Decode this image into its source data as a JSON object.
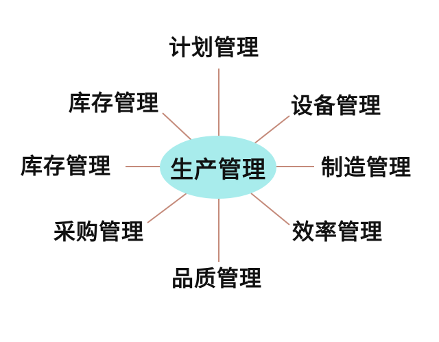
{
  "diagram": {
    "center": {
      "label": "生产管理",
      "fill": "#a8ecec"
    },
    "connector_color": "#c48a7a",
    "nodes": [
      {
        "id": "top",
        "label": "计划管理"
      },
      {
        "id": "upper-left",
        "label": "库存管理"
      },
      {
        "id": "upper-right",
        "label": "设备管理"
      },
      {
        "id": "left",
        "label": "库存管理"
      },
      {
        "id": "right",
        "label": "制造管理"
      },
      {
        "id": "lower-left",
        "label": "采购管理"
      },
      {
        "id": "lower-right",
        "label": "效率管理"
      },
      {
        "id": "bottom",
        "label": "品质管理"
      }
    ]
  }
}
